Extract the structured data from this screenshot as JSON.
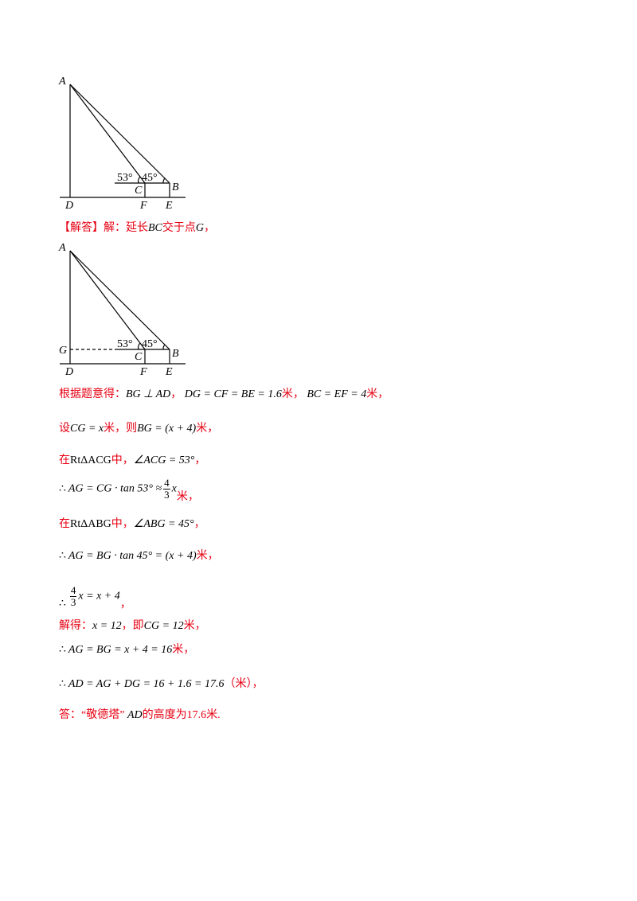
{
  "figure1": {
    "labels": {
      "A": "A",
      "B": "B",
      "C": "C",
      "D": "D",
      "E": "E",
      "F": "F"
    },
    "angle_c": "53°",
    "angle_b": "45°"
  },
  "figure2": {
    "labels": {
      "A": "A",
      "B": "B",
      "C": "C",
      "D": "D",
      "E": "E",
      "F": "F",
      "G": "G"
    },
    "angle_c": "53°",
    "angle_b": "45°"
  },
  "answer_header": {
    "tag": "【解答】",
    "text1": "解：延长",
    "bc": "BC",
    "text2": "交于点",
    "g": "G",
    "end": "，"
  },
  "line1": {
    "prefix": "根据题意得：",
    "perp": "BG ⊥ AD",
    "sep1": "，",
    "eq1": "DG = CF = BE = 1.6",
    "unit1": "米，",
    "eq2": "BC = EF = 4",
    "unit2": "米，"
  },
  "line2": {
    "prefix": "设",
    "eq1": "CG = x",
    "unit1": "米，则",
    "eq2": "BG = (x + 4)",
    "unit2": "米，"
  },
  "line3": {
    "prefix": "在",
    "tri": "RtΔACG",
    "mid": "中，",
    "eq": "∠ACG = 53°",
    "end": "，"
  },
  "line4": {
    "therefore": "∴",
    "eq": "AG = CG · tan 53° ≈",
    "num": "4",
    "den": "3",
    "var": "x",
    "unit": "米，"
  },
  "line5": {
    "prefix": "在",
    "tri": "RtΔABG",
    "mid": "中，",
    "eq": "∠ABG = 45°",
    "end": "，"
  },
  "line6": {
    "therefore": "∴",
    "eq": "AG = BG · tan 45° = (x + 4)",
    "unit": "米，"
  },
  "line7": {
    "therefore": "∴",
    "num": "4",
    "den": "3",
    "eq": "x = x + 4",
    "end": "，"
  },
  "line8": {
    "prefix": "解得：",
    "eq1": "x = 12",
    "mid": "，即",
    "eq2": "CG = 12",
    "unit": "米，"
  },
  "line9": {
    "therefore": "∴",
    "eq": "AG = BG = x + 4 = 16",
    "unit": "米，"
  },
  "line10": {
    "therefore": "∴",
    "eq": "AD = AG + DG = 16 + 1.6 = 17.6",
    "unit": "（米）",
    "end": "，"
  },
  "line11": {
    "prefix": "答：“敬德塔”",
    "ad": "AD",
    "text": "的高度为",
    "val": "17.6",
    "unit": "米."
  }
}
